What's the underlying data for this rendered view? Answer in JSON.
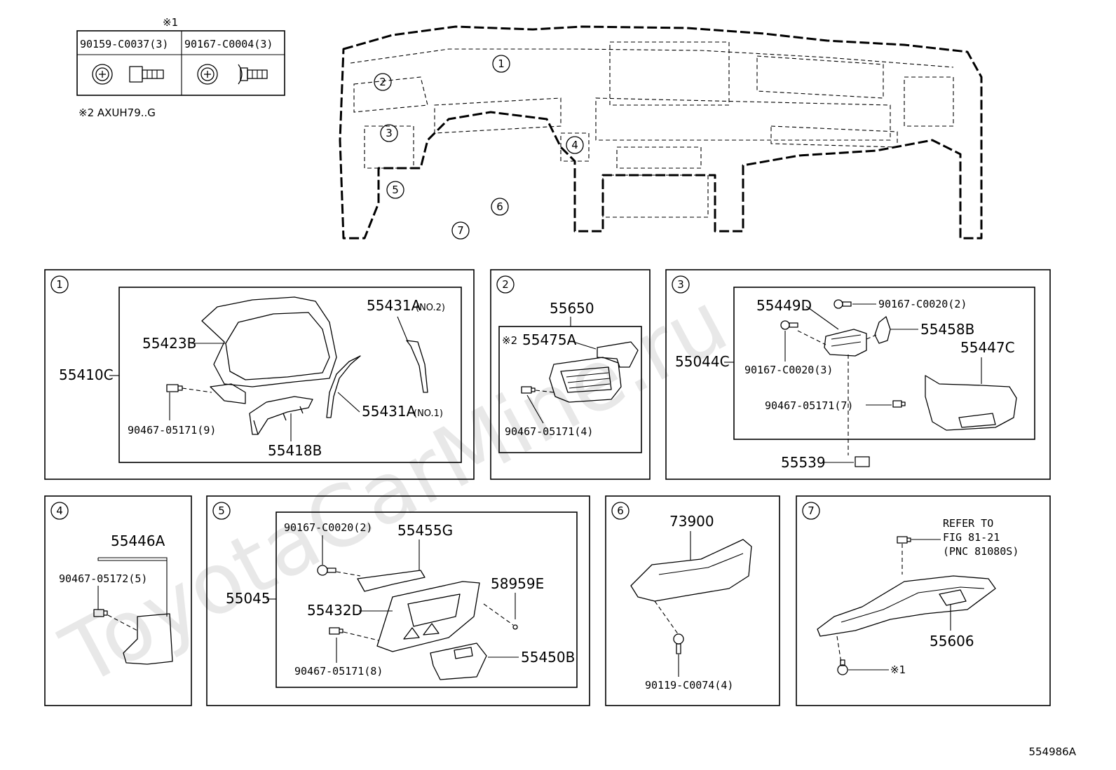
{
  "watermark": "ToyotaCarMine.ru",
  "figure_code": "554986A",
  "legend": {
    "mark1": "※1",
    "bolt_a": "90159-C0037(3)",
    "bolt_b": "90167-C0004(3)",
    "note2": "※2 AXUH79..G"
  },
  "overview_callouts": [
    "1",
    "2",
    "3",
    "4",
    "5",
    "6",
    "7"
  ],
  "panels": {
    "p1": {
      "num": "1",
      "assembly": "55410C",
      "parts": {
        "a": "55423B",
        "b": "55431A",
        "b_note": "(NO.2)",
        "c": "55431A",
        "c_note": "(NO.1)",
        "d": "55418B",
        "clip": "90467-05171(9)"
      }
    },
    "p2": {
      "num": "2",
      "assembly": "55650",
      "parts": {
        "a_mark": "※2",
        "a": "55475A",
        "clip": "90467-05171(4)"
      }
    },
    "p3": {
      "num": "3",
      "assembly": "55044C",
      "parts": {
        "a": "55449D",
        "screw_top": "90167-C0020(2)",
        "b": "55458B",
        "c": "55447C",
        "screw_left": "90167-C0020(3)",
        "clip": "90467-05171(7)",
        "d": "55539"
      }
    },
    "p4": {
      "num": "4",
      "parts": {
        "a": "55446A",
        "clip": "90467-05172(5)"
      }
    },
    "p5": {
      "num": "5",
      "assembly": "55045",
      "parts": {
        "screw": "90167-C0020(2)",
        "a": "55455G",
        "b": "58959E",
        "c": "55432D",
        "d": "55450B",
        "clip": "90467-05171(8)"
      }
    },
    "p6": {
      "num": "6",
      "parts": {
        "a": "73900",
        "bolt": "90119-C0074(4)"
      }
    },
    "p7": {
      "num": "7",
      "parts": {
        "refer_1": "REFER TO",
        "refer_2": "FIG 81-21",
        "refer_3": "(PNC 81080S)",
        "a": "55606",
        "mark": "※1"
      }
    }
  }
}
